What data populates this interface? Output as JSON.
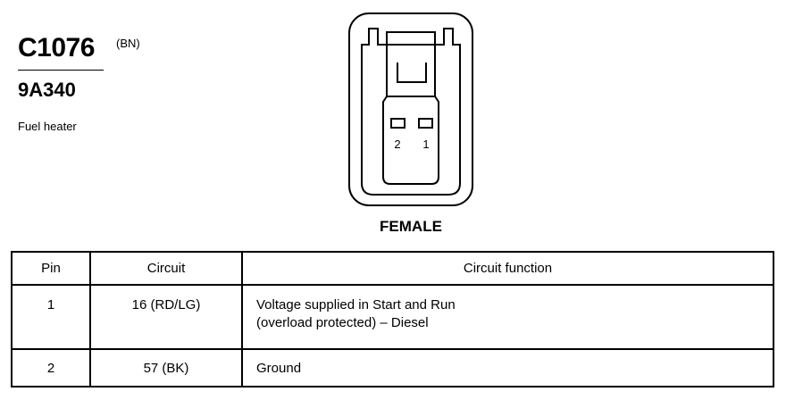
{
  "connector": {
    "id": "C1076",
    "color_code": "(BN)",
    "component_id": "9A340",
    "component_name": "Fuel heater",
    "gender": "FEMALE",
    "pin_labels": [
      "2",
      "1"
    ]
  },
  "table": {
    "headers": {
      "pin": "Pin",
      "circuit": "Circuit",
      "function": "Circuit function"
    },
    "rows": [
      {
        "pin": "1",
        "circuit": "16 (RD/LG)",
        "function_line1": "Voltage supplied in Start and Run",
        "function_line2": "(overload protected) – Diesel"
      },
      {
        "pin": "2",
        "circuit": "57 (BK)",
        "function_line1": "Ground"
      }
    ]
  }
}
